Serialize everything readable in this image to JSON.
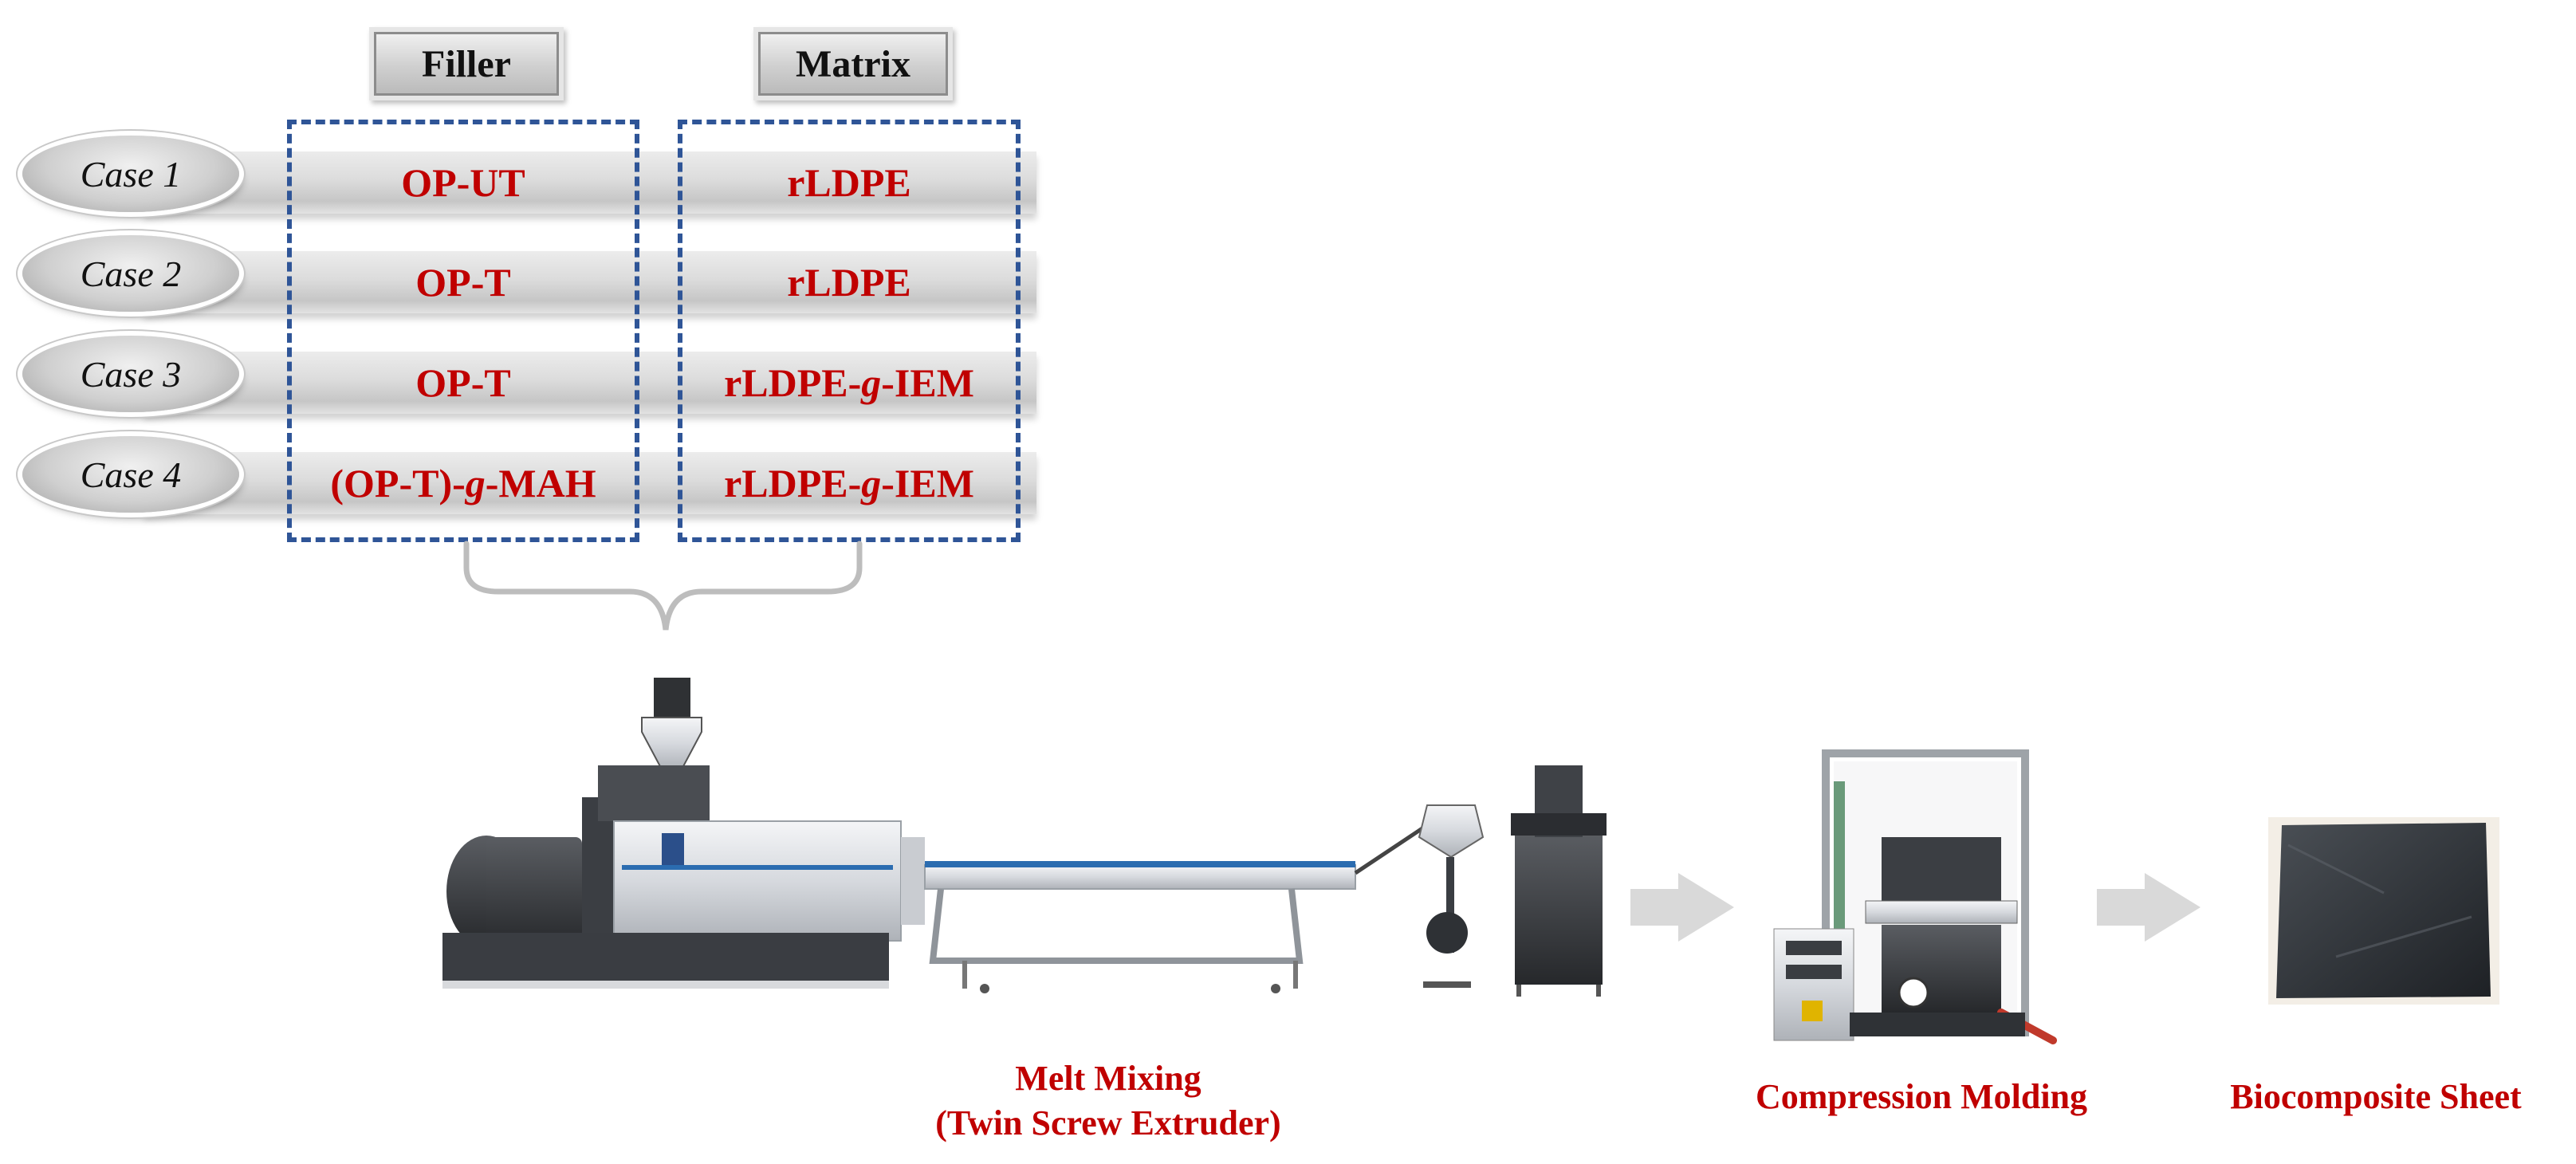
{
  "headers": {
    "filler": "Filler",
    "matrix": "Matrix"
  },
  "cases": [
    {
      "case": "Case 1",
      "filler": {
        "pre": "OP-UT"
      },
      "matrix": {
        "pre": "rLDPE"
      }
    },
    {
      "case": "Case 2",
      "filler": {
        "pre": "OP-T"
      },
      "matrix": {
        "pre": "rLDPE"
      }
    },
    {
      "case": "Case 3",
      "filler": {
        "pre": "OP-T"
      },
      "matrix": {
        "pre": "rLDPE-",
        "ital": "g",
        "post": "-IEM"
      }
    },
    {
      "case": "Case 4",
      "filler": {
        "pre": "(OP-T)-",
        "ital": "g",
        "post": "-MAH"
      },
      "matrix": {
        "pre": "rLDPE-",
        "ital": "g",
        "post": "-IEM"
      }
    }
  ],
  "process": {
    "melt_mixing": {
      "line1": "Melt Mixing",
      "line2": "(Twin Screw Extruder)"
    },
    "compression": "Compression Molding",
    "sheet": "Biocomposite Sheet"
  },
  "colors": {
    "accent_text": "#c00000",
    "dashed_box": "#2f5597",
    "arrow": "#d9d9d9"
  },
  "icons": [
    "twin-screw-extruder",
    "feed-hopper",
    "hot-press",
    "biocomposite-sheet",
    "process-arrow"
  ]
}
